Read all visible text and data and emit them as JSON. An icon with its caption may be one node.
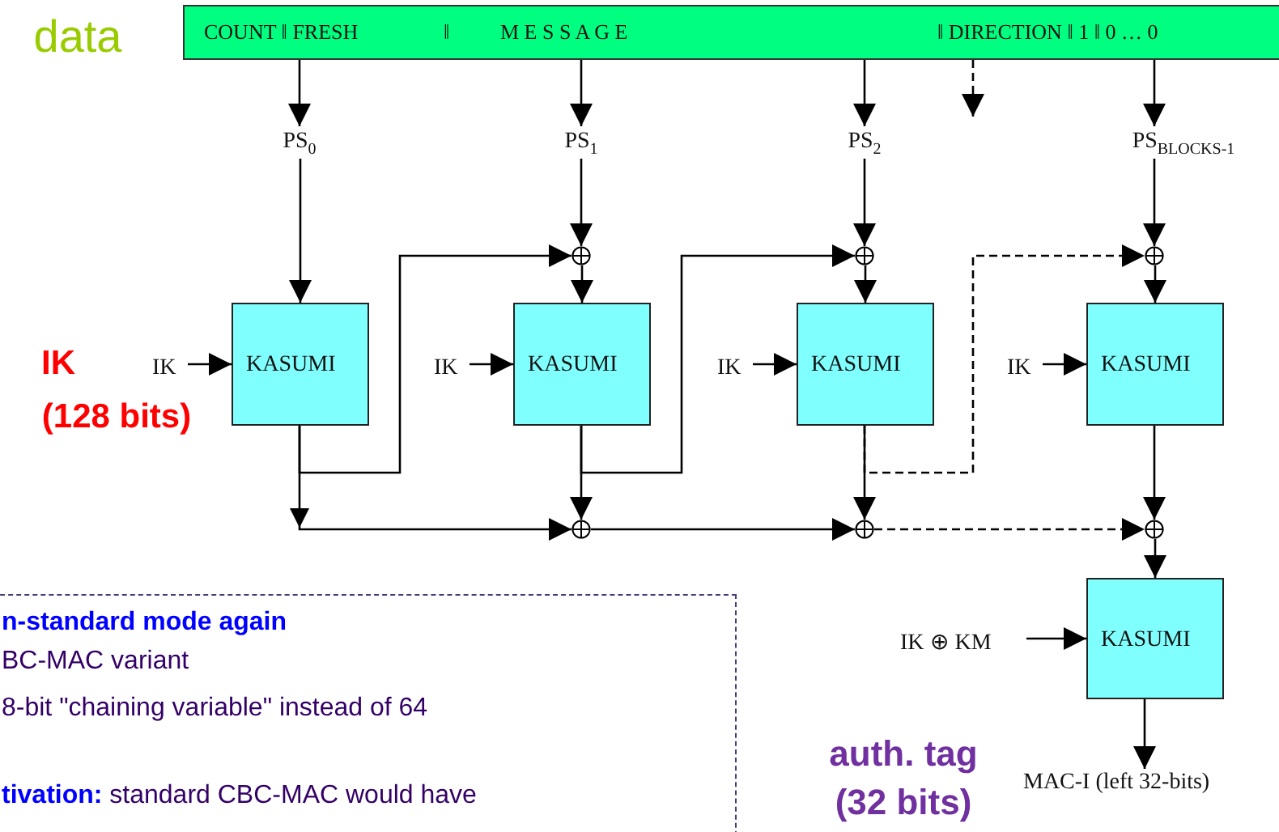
{
  "diagram": {
    "nodes": [
      {
        "text": [
          "COUNT ‖ FRESH",
          "‖",
          "M E S S A G E",
          "‖ DIRECTION ‖ 1 ‖ 0 … 0"
        ]
      },
      {
        "text": [
          "PS$_{0}$"
        ]
      },
      {
        "text": [
          "PS$_{1}$"
        ]
      },
      {
        "text": [
          "PS$_{2}$"
        ]
      },
      {
        "text": [
          "PS$_{BLOCKS-1}$"
        ]
      },
      {
        "text": [],
        "shape": "circle"
      },
      {
        "text": [],
        "shape": "circle"
      },
      {
        "text": [],
        "shape": "circle"
      },
      {
        "text": [
          "KASUMI"
        ]
      },
      {
        "text": [
          "KASUMI"
        ]
      },
      {
        "text": [
          "KASUMI"
        ]
      },
      {
        "text": [
          "KASUMI"
        ]
      },
      {
        "text": [
          "IK"
        ]
      },
      {
        "text": [
          "IK"
        ]
      },
      {
        "text": [
          "IK"
        ]
      },
      {
        "text": [
          "IK"
        ]
      },
      {
        "text": [],
        "shape": "circle"
      },
      {
        "text": [],
        "shape": "circle"
      },
      {
        "text": [],
        "shape": "circle"
      },
      {
        "text": [
          "KASUMI"
        ]
      },
      {
        "text": [
          "IK ⊕ KM"
        ]
      },
      {
        "text": [
          "MAC-I (left 32-bits)"
        ]
      },
      {
        "text": [
          "n-standard mode again",
          "BC-MAC variant",
          "8-bit \"chaining variable\" instead of 64",
          "**tivation:** standard CBC-MAC would have"
        ]
      }
    ],
    "edges": [
      {
        "from": 0,
        "to": 1,
        "arrow": "to"
      },
      {
        "from": 0,
        "to": 2,
        "arrow": "to"
      },
      {
        "from": 0,
        "to": 3,
        "arrow": "to"
      },
      {
        "from": 0,
        "to": 4,
        "arrow": "to"
      },
      {
        "from": 0,
        "to": null,
        "arrow": "to",
        "style": "dashed"
      },
      {
        "from": 1,
        "to": 8,
        "arrow": "to"
      },
      {
        "from": 2,
        "to": 5,
        "arrow": "to"
      },
      {
        "from": 5,
        "to": 9,
        "arrow": "to"
      },
      {
        "from": 3,
        "to": 6,
        "arrow": "to"
      },
      {
        "from": 6,
        "to": 10,
        "arrow": "to"
      },
      {
        "from": 4,
        "to": 7,
        "arrow": "to"
      },
      {
        "from": 7,
        "to": 11,
        "arrow": "to"
      },
      {
        "from": 8,
        "to": 5,
        "arrow": "to"
      },
      {
        "from": 9,
        "to": 6,
        "arrow": "to"
      },
      {
        "from": 10,
        "to": 7,
        "arrow": "to",
        "style": "dashed"
      },
      {
        "from": 12,
        "to": 8,
        "arrow": "to"
      },
      {
        "from": 13,
        "to": 9,
        "arrow": "to"
      },
      {
        "from": 14,
        "to": 10,
        "arrow": "to"
      },
      {
        "from": 15,
        "to": 11,
        "arrow": "to"
      },
      {
        "from": 8,
        "to": 16,
        "arrow": "to"
      },
      {
        "from": 9,
        "to": 16,
        "arrow": "to"
      },
      {
        "from": 16,
        "to": 17,
        "arrow": "to"
      },
      {
        "from": 10,
        "to": 17,
        "arrow": "to"
      },
      {
        "from": 17,
        "to": 18,
        "arrow": "to",
        "style": "dashed"
      },
      {
        "from": 11,
        "to": 18,
        "arrow": "to"
      },
      {
        "from": 18,
        "to": 19,
        "arrow": "to"
      },
      {
        "from": 20,
        "to": 19,
        "arrow": "to"
      },
      {
        "from": 19,
        "to": 21,
        "arrow": "to"
      }
    ],
    "labels": [
      "data",
      "IK",
      "(128 bits)",
      "auth. tag",
      "(32 bits)"
    ]
  }
}
